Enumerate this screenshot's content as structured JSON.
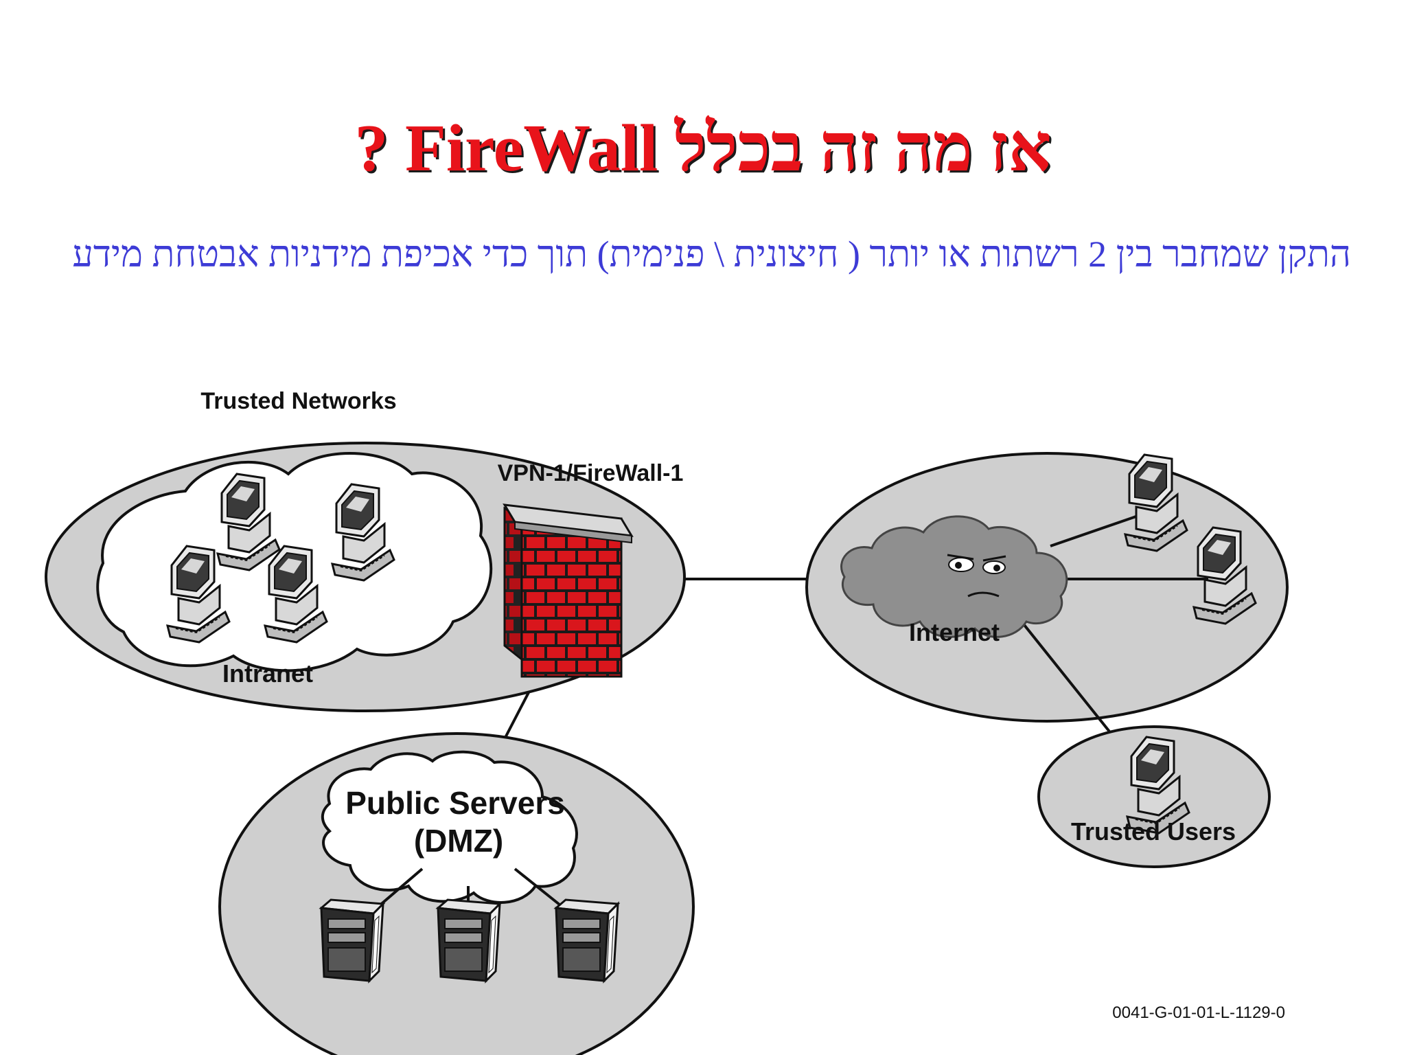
{
  "slide": {
    "title": "אז מה זה בכלל FireWall ?",
    "subtitle": "התקן שמחבר בין 2 רשתות או יותר ( חיצונית \\ פנימית) תוך כדי אכיפת מידניות אבטחת מידע"
  },
  "diagram": {
    "trusted_networks_label": "Trusted Networks",
    "intranet_label": "Intranet",
    "firewall_label": "VPN-1/FireWall-1",
    "internet_label": "Internet",
    "public_servers_label": "Public Servers",
    "dmz_label": "(DMZ)",
    "trusted_users_label": "Trusted Users",
    "figure_code": "0041-G-01-01-L-1129-0"
  },
  "colors": {
    "title": "#e8131a",
    "subtitle": "#3d3bd6",
    "ellipse_fill": "#cfcfcf",
    "brick": "#d9161c"
  }
}
